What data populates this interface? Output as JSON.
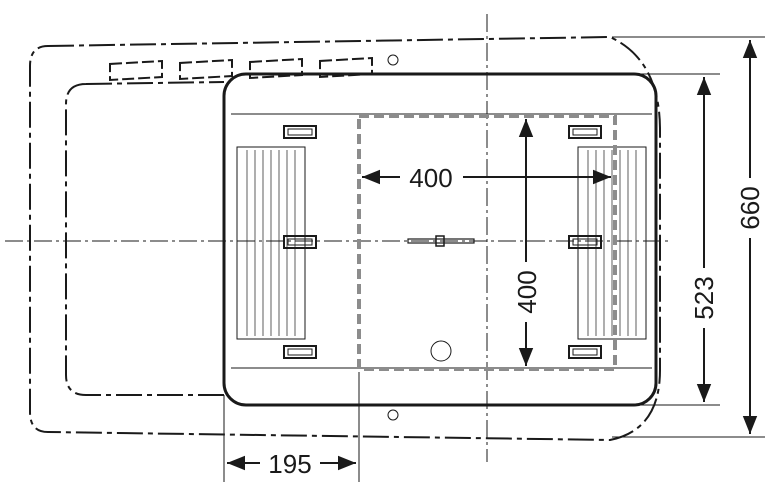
{
  "dimensions": {
    "inner_width": "400",
    "inner_height": "400",
    "offset": "195",
    "outer_height": "523",
    "overall_height": "660"
  }
}
